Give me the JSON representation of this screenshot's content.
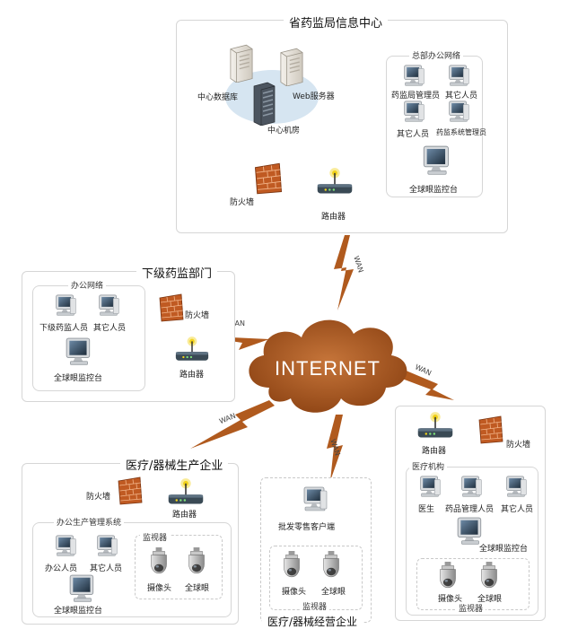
{
  "hq": {
    "title": "省药监局信息中心",
    "center_db": "中心数据库",
    "web_server": "Web服务器",
    "center_room": "中心机房",
    "firewall": "防火墙",
    "router": "路由器",
    "office_net": {
      "title": "总部办公网络",
      "admin": "药监局管理员",
      "other1": "其它人员",
      "other2": "其它人员",
      "sys_admin": "药监系统管理员",
      "console": "全球眼监控台"
    }
  },
  "wan_label": "WAN",
  "internet_label": "INTERNET",
  "sub": {
    "title": "下级药监部门",
    "office_net": "办公网络",
    "staff": "下级药监人员",
    "other": "其它人员",
    "console": "全球眼监控台",
    "firewall": "防火墙",
    "router": "路由器"
  },
  "hospital": {
    "router": "路由器",
    "firewall": "防火墙",
    "org": "医疗机构",
    "doctor": "医生",
    "pharm_admin": "药品管理人员",
    "other": "其它人员",
    "console": "全球眼监控台",
    "camera": "摄像头",
    "eye": "全球眼",
    "monitor": "监视器"
  },
  "mfg": {
    "title": "医疗/器械生产企业",
    "firewall": "防火墙",
    "router": "路由器",
    "sys": "办公生产管理系统",
    "office_staff": "办公人员",
    "other": "其它人员",
    "monitor": "监视器",
    "camera": "摄像头",
    "eye": "全球眼",
    "console": "全球眼监控台"
  },
  "retail": {
    "title": "医疗/器械经营企业",
    "client": "批发零售客户端",
    "camera": "摄像头",
    "eye": "全球眼",
    "monitor": "监视器"
  },
  "colors": {
    "bolt": "#b05a1e",
    "cloud": "#a85820",
    "brick": "#c05a22",
    "router": "#3a4a55",
    "antenna_glow": "#f2d21a"
  }
}
